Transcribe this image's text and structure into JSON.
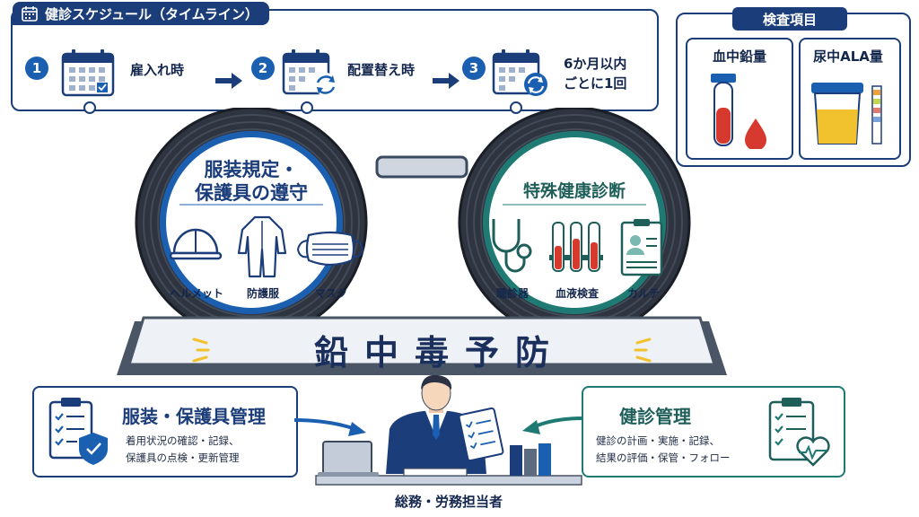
{
  "schedule": {
    "title": "健診スケジュール（タイムライン）",
    "steps": [
      {
        "num": "1",
        "label": "雇入れ時"
      },
      {
        "num": "2",
        "label": "配置替え時"
      },
      {
        "num": "3",
        "label_line1": "6か月以内",
        "label_line2": "ごとに1回"
      }
    ]
  },
  "exam": {
    "title": "検査項目",
    "items": [
      {
        "label": "血中鉛量"
      },
      {
        "label": "尿中ALA量"
      }
    ]
  },
  "left_wheel": {
    "title_line1": "服装規定・",
    "title_line2": "保護具の遵守",
    "items": [
      {
        "label": "ヘルメット",
        "icon": "helmet-icon"
      },
      {
        "label": "防護服",
        "icon": "protective-suit-icon"
      },
      {
        "label": "マスク",
        "icon": "mask-icon"
      }
    ]
  },
  "right_wheel": {
    "title": "特殊健康診断",
    "items": [
      {
        "label": "聴診器",
        "icon": "stethoscope-icon"
      },
      {
        "label": "血液検査",
        "icon": "blood-test-icon"
      },
      {
        "label": "カルテ",
        "icon": "medical-chart-icon"
      }
    ]
  },
  "banner": {
    "text": "鉛中毒予防"
  },
  "left_mgmt": {
    "title": "服装・保護具管理",
    "desc_line1": "着用状況の確認・記録、",
    "desc_line2": "保護具の点検・更新管理"
  },
  "right_mgmt": {
    "title": "健診管理",
    "desc_line1": "健診の計画・実施・記録、",
    "desc_line2": "結果の評価・保管・フォロー"
  },
  "person": {
    "label": "総務・労務担当者"
  },
  "colors": {
    "navy": "#1b3d7a",
    "blue": "#1b5fb0",
    "teal": "#1f7a74",
    "red": "#d63a2f",
    "yellow": "#f2c12e"
  }
}
